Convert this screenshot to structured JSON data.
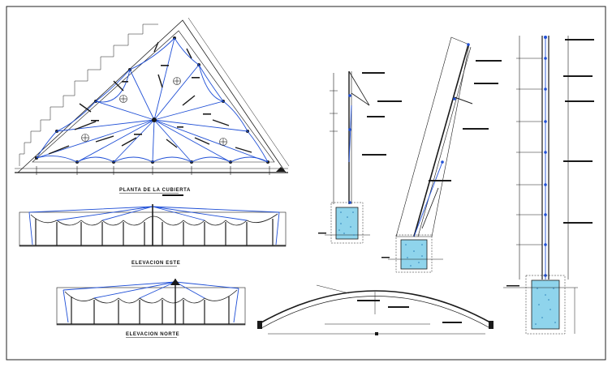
{
  "drawing": {
    "titles": {
      "plan": "PLANTA DE LA CUBIERTA",
      "elevation_east": "ELEVACION ESTE",
      "elevation_north": "ELEVACION NORTE"
    },
    "colors": {
      "line": "#1a1a1a",
      "cable": "#1f4fd6",
      "footing_fill": "#8fd4ec",
      "footing_dots": "#2a7fb8",
      "frame": "#222222"
    }
  }
}
